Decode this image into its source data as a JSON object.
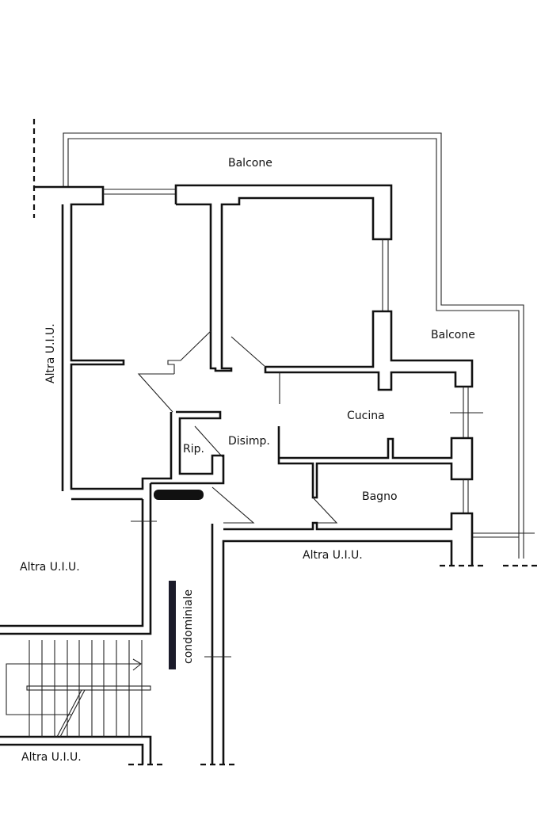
{
  "labels": {
    "balcone_top": "Balcone",
    "balcone_right": "Balcone",
    "altra_left": "Altra U.I.U.",
    "cucina": "Cucina",
    "disimp": "Disimp.",
    "rip": "Rip.",
    "bagno": "Bagno",
    "altra_middle": "Altra U.I.U.",
    "altra_west": "Altra U.I.U.",
    "condominiale": "condominiale",
    "altra_bottom": "Altra U.I.U."
  }
}
